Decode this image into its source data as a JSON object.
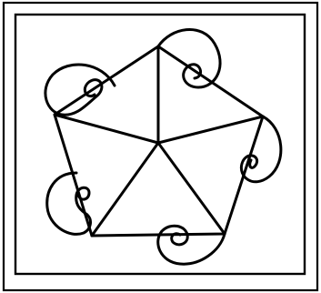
{
  "figure": {
    "kind": "geometric-pentagon-with-spirals",
    "stroke_color": "#000000",
    "background_color": "#ffffff",
    "frame": "double-square-border",
    "pentagon": {
      "vertex_count": 5,
      "has_center_spokes": true
    },
    "spiral_count": 5
  }
}
